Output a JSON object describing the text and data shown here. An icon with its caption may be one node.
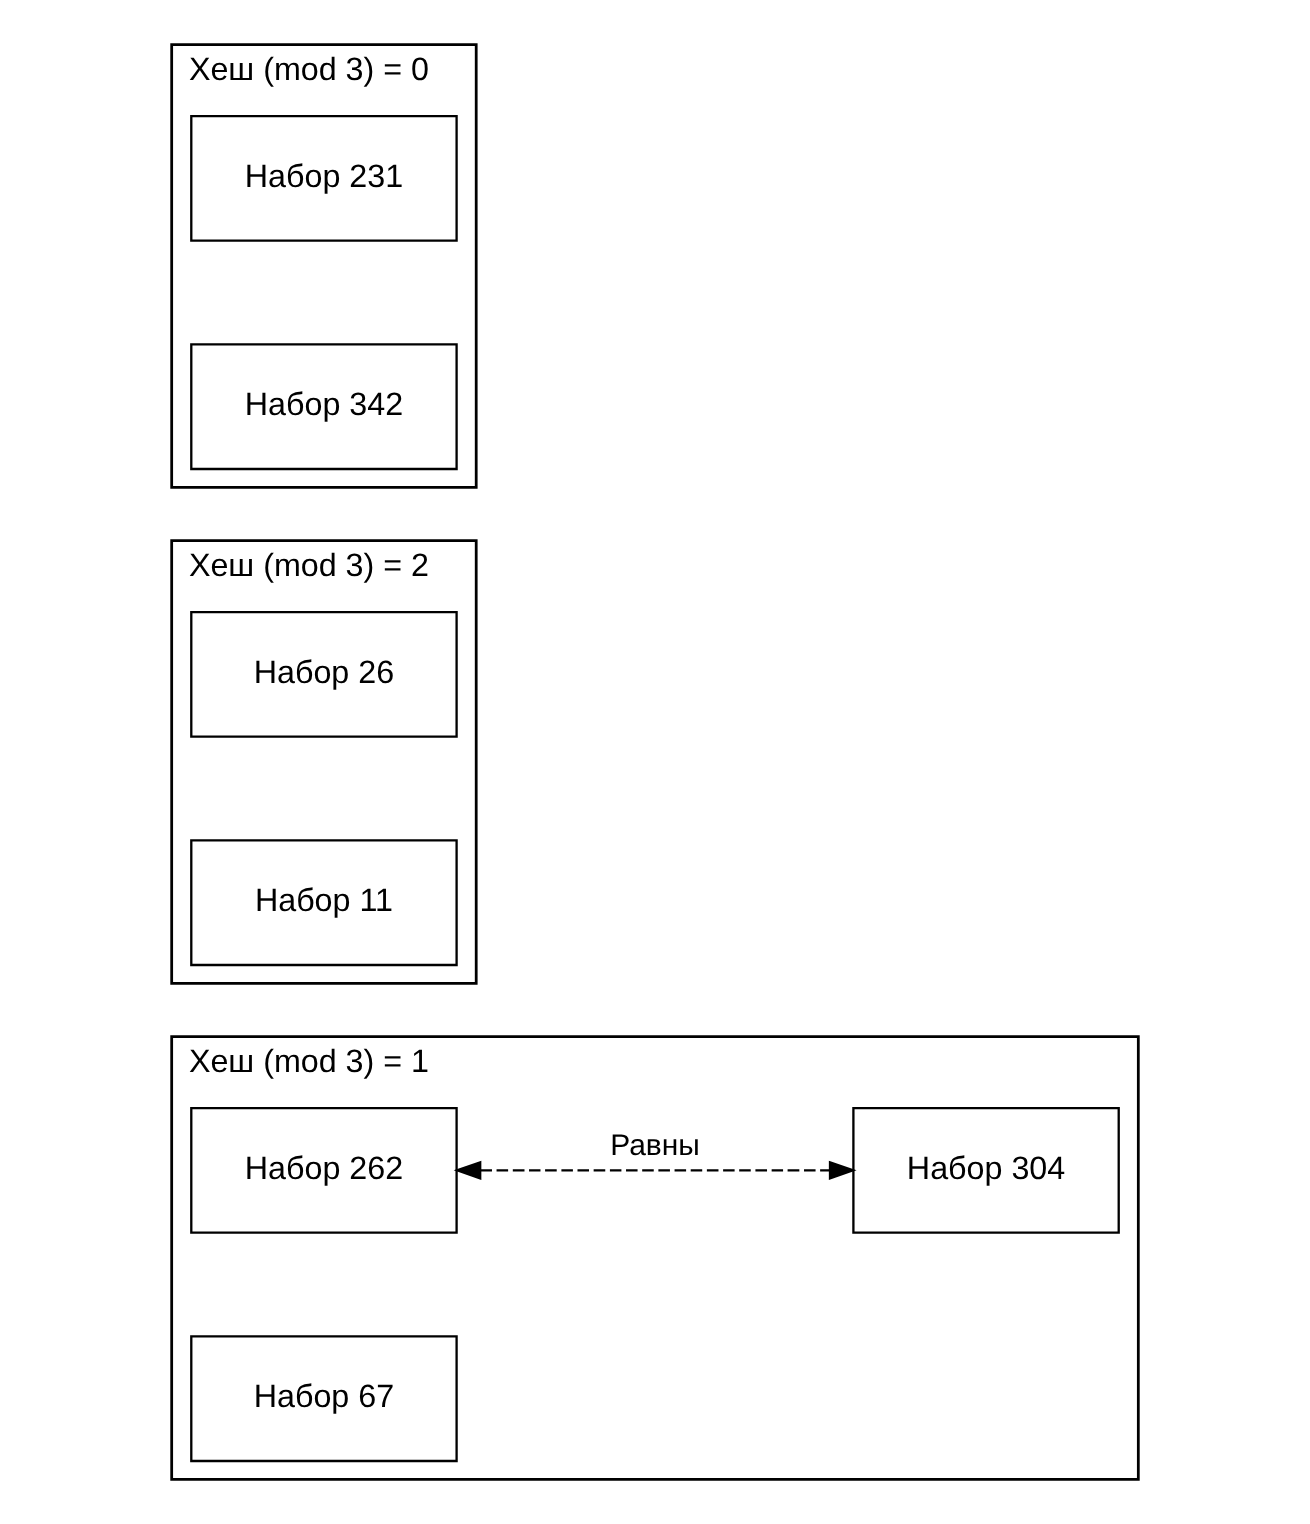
{
  "diagram": {
    "nodes": [
      {
        "text": [
          "Хеш (mod 3) = 0"
        ]
      },
      {
        "text": [
          "Набор 231"
        ],
        "in": 0
      },
      {
        "text": [
          "Набор 342"
        ],
        "in": 0
      },
      {
        "text": [
          "Хеш (mod 3) = 2"
        ]
      },
      {
        "text": [
          "Набор 26"
        ],
        "in": 3
      },
      {
        "text": [
          "Набор 11"
        ],
        "in": 3
      },
      {
        "text": [
          "Хеш (mod 3) = 1"
        ]
      },
      {
        "text": [
          "Набор 262"
        ],
        "in": 6
      },
      {
        "text": [
          "Набор 304"
        ],
        "in": 6
      },
      {
        "text": [
          "Набор 67"
        ],
        "in": 6
      }
    ],
    "edges": [
      {
        "from": 7,
        "to": 8,
        "arrow": "both",
        "label": "Равны",
        "style": "dashed"
      }
    ]
  }
}
